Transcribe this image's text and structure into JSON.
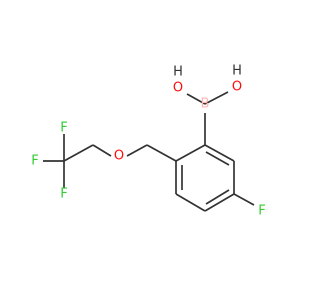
{
  "molecule": {
    "atoms": {
      "F_ring": "F",
      "B": "B",
      "O_1": "O",
      "H_1": "H",
      "O_2": "O",
      "H_2": "H",
      "O_ether": "O",
      "F_1": "F",
      "F_2": "F",
      "F_3": "F"
    },
    "colors": {
      "bond": "#333333",
      "fluorine": "#33cc33",
      "boron": "#ffb5b5",
      "oxygen": "#ff0d0d",
      "hydrogen": "#333333"
    }
  }
}
